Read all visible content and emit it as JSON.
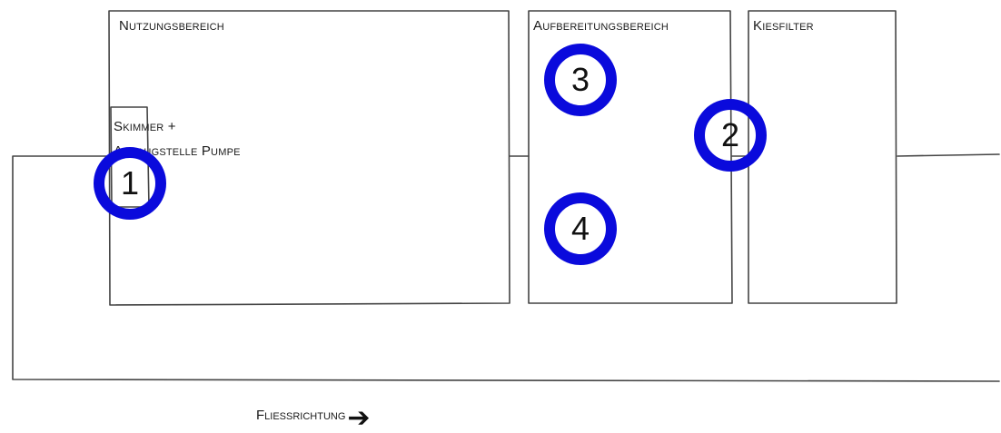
{
  "labels": {
    "nutzungsbereich": "Nutzungsbereich",
    "aufbereitungsbereich": "Aufbereitungsbereich",
    "kiesfilter": "Kiesfilter",
    "skimmer_line1": "Skimmer +",
    "skimmer_line2": "Ansaugstelle Pumpe",
    "flow_direction": "Fliessrichtung"
  },
  "markers": [
    "1",
    "2",
    "3",
    "4"
  ],
  "colors": {
    "marker": "#0a0adc",
    "lines": "#444444"
  }
}
